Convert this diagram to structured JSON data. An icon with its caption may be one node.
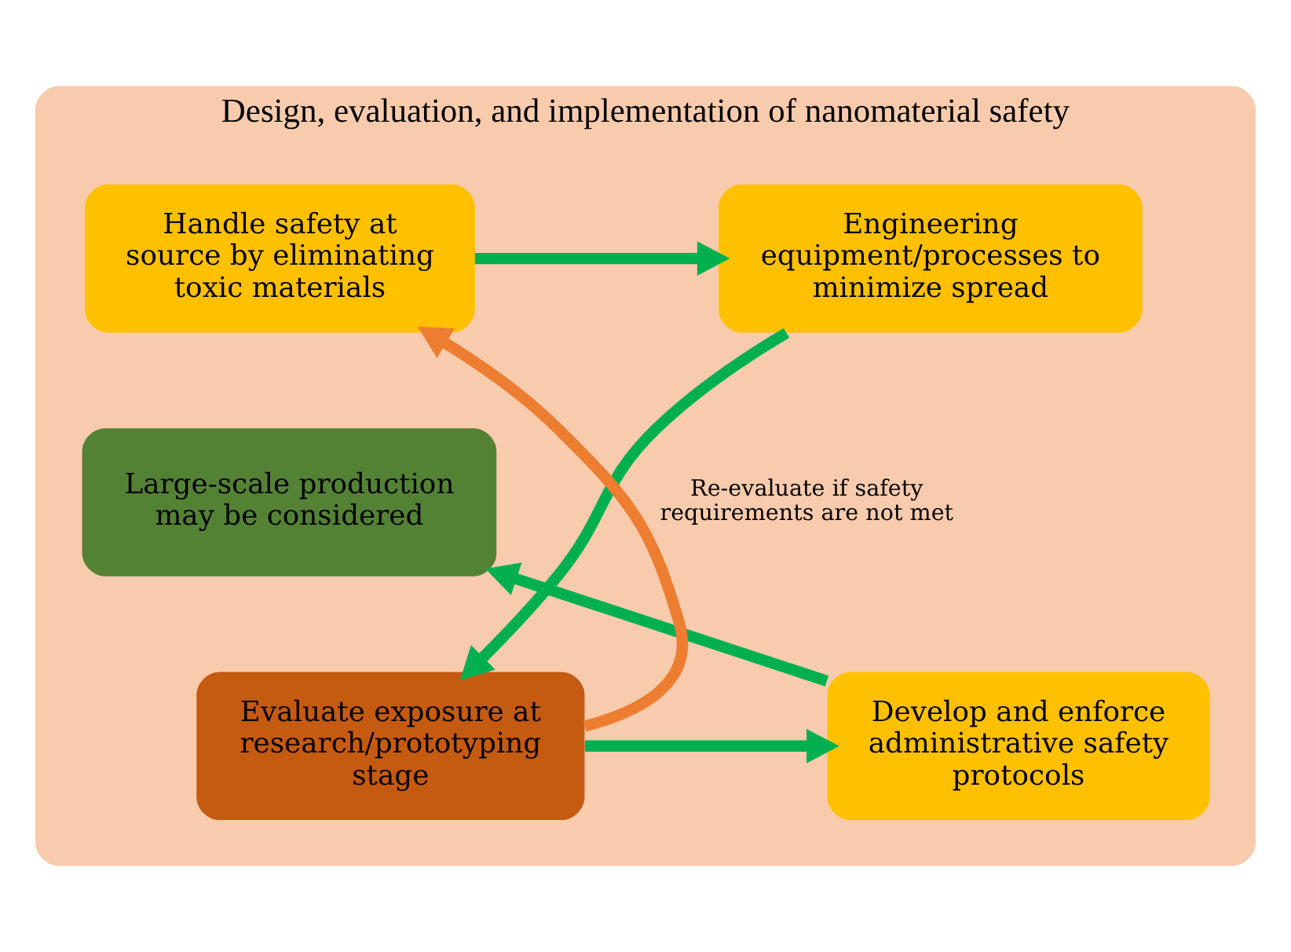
{
  "diagram": {
    "nodes": [
      {
        "text": [
          "Design, evaluation, and implementation of nanomaterial safety"
        ]
      },
      {
        "text": [
          "Handle safety at source by eliminating toxic materials"
        ],
        "in": 0
      },
      {
        "text": [
          "Engineering equipment/processes to minimize spread"
        ],
        "in": 0
      },
      {
        "text": [
          "Large-scale production may be considered"
        ],
        "in": 0
      },
      {
        "text": [
          "Develop and enforce administrative safety protocols"
        ],
        "in": 0
      },
      {
        "text": [
          "Evaluate exposure at research/prototyping stage"
        ],
        "in": 0
      }
    ],
    "edges": [
      {
        "from": 1,
        "to": 2,
        "arrow": "to"
      },
      {
        "from": 2,
        "to": 5,
        "arrow": "to"
      },
      {
        "from": 5,
        "to": 4,
        "arrow": "to"
      },
      {
        "from": 4,
        "to": 3,
        "arrow": "to"
      },
      {
        "from": 5,
        "to": 1,
        "arrow": "to",
        "label": "Re-evaluate if safety requirements are not met",
        "color": "#ed7d31"
      }
    ]
  }
}
